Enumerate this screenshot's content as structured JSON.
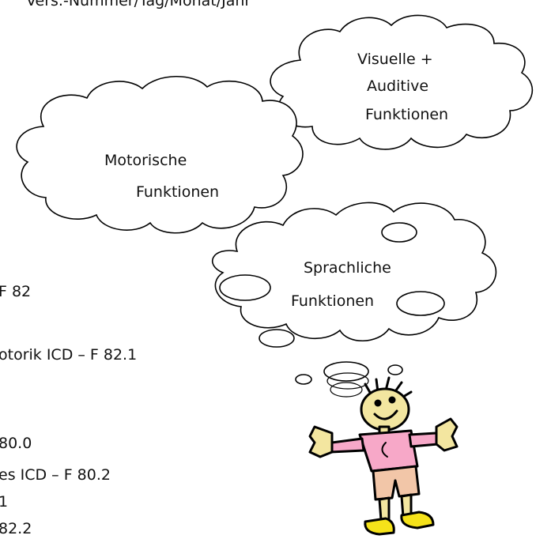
{
  "header": {
    "top_text": "Vers.-Nummer/Tag/Monat/Jahr"
  },
  "clouds": {
    "visual": {
      "line1": "Visuelle +",
      "line2": "Auditive",
      "line3": "Funktionen"
    },
    "motor": {
      "line1": "Motorische",
      "line2": "Funktionen"
    },
    "speech": {
      "line1": "Sprachliche",
      "line2": "Funktionen"
    }
  },
  "left_list": {
    "items": [
      "F 82",
      "otorik ICD – F 82.1",
      "80.0",
      "es ICD – F 80.2",
      "1",
      "82.2"
    ]
  },
  "colors": {
    "outline": "#000000",
    "shirt": "#f7a8c8",
    "skin": "#f3e6a0",
    "pants": "#f2c6a8",
    "shoes": "#f5e21a"
  }
}
